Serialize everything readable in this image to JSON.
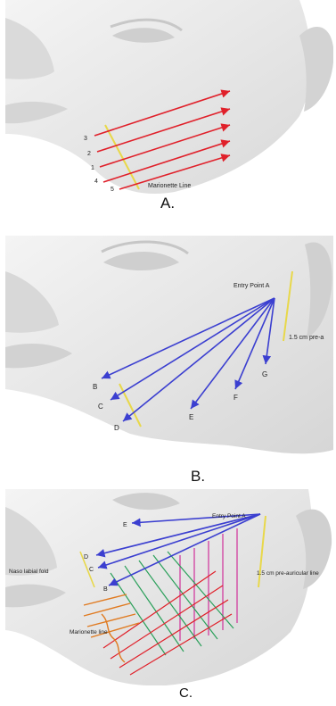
{
  "panels": {
    "a": {
      "caption": "A.",
      "marionette_label": "Marionette Line",
      "vector_numbers": [
        "3",
        "2",
        "1",
        "4",
        "5"
      ]
    },
    "b": {
      "caption": "B.",
      "entry_label": "Entry Point A",
      "preauricular_label": "1.5 cm pre-a",
      "points": [
        "B",
        "C",
        "D",
        "E",
        "F",
        "G"
      ]
    },
    "c": {
      "caption": "C.",
      "entry_label": "Entry Point A",
      "preauricular_label": "1.5 cm pre-auricular line",
      "nasolabial_label": "Naso labial fold",
      "marionette_label": "Marionette line",
      "points": [
        "E",
        "D",
        "C",
        "B"
      ]
    }
  },
  "colors": {
    "red_vector": "#e0202a",
    "blue_vector": "#3b3fd0",
    "guide_line": "#e8d84a",
    "green_vector": "#2aa05a",
    "magenta_vector": "#d0309a",
    "orange_vector": "#e07a20",
    "face_shade": "#e6e6e6"
  }
}
